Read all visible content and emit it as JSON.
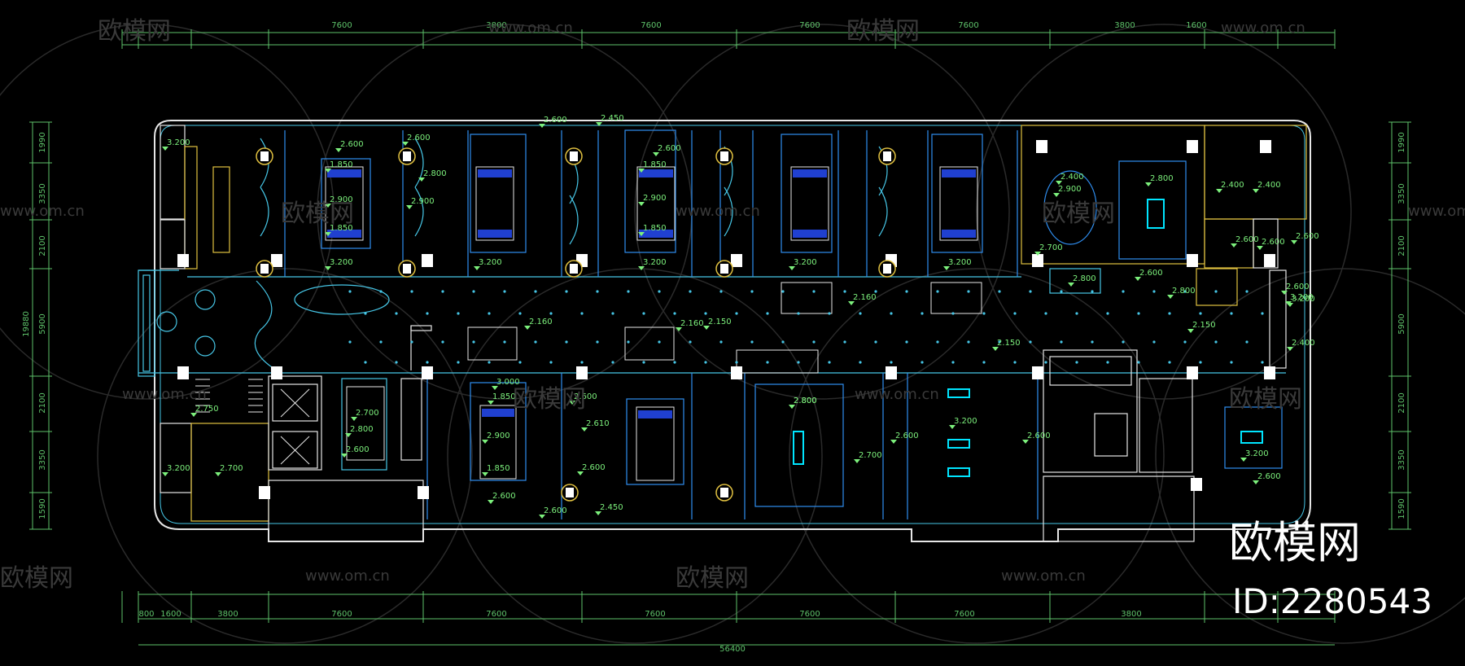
{
  "watermark": {
    "brand": "欧模网",
    "url": "www.om.cn",
    "id_label": "ID:2280543"
  },
  "dimensions": {
    "top": [
      "7600",
      "3800",
      "7600",
      "7600",
      "7600",
      "3800",
      "1600"
    ],
    "bottom": [
      "800",
      "1600",
      "3800",
      "7600",
      "7600",
      "7600",
      "7600",
      "7600",
      "3800"
    ],
    "bottom_total": "56400",
    "left": [
      "1990",
      "3350",
      "2100",
      "5900",
      "2100",
      "3350",
      "1590"
    ],
    "left_total": "19880",
    "right": [
      "1990",
      "3350",
      "2100",
      "5900",
      "2100",
      "3350",
      "1590"
    ]
  },
  "ceiling_heights": [
    "2.600",
    "2.450",
    "3.200",
    "2.600",
    "1.850",
    "2.900",
    "1.850",
    "3.200",
    "2.600",
    "2.800",
    "2.900",
    "3.200",
    "2.600",
    "1.850",
    "2.900",
    "1.850",
    "3.200",
    "3.200",
    "3.200",
    "2.900",
    "2.800",
    "2.700",
    "2.600",
    "2.400",
    "2.600",
    "2.400",
    "2.400",
    "2.600",
    "2.800",
    "2.800",
    "2.600",
    "3.200",
    "2.400",
    "2.600",
    "2.750",
    "2.160",
    "2.150",
    "2.160",
    "2.160",
    "2.150",
    "2.150",
    "3.200",
    "3.000",
    "1.850",
    "2.600",
    "2.900",
    "1.850",
    "2.600",
    "2.700",
    "2.800",
    "2.600",
    "2.800",
    "2.610",
    "2.600",
    "2.800",
    "2.700",
    "2.600",
    "3.200",
    "2.600",
    "3.200",
    "2.700",
    "3.200",
    "2.600",
    "2.450",
    "2.600"
  ]
}
